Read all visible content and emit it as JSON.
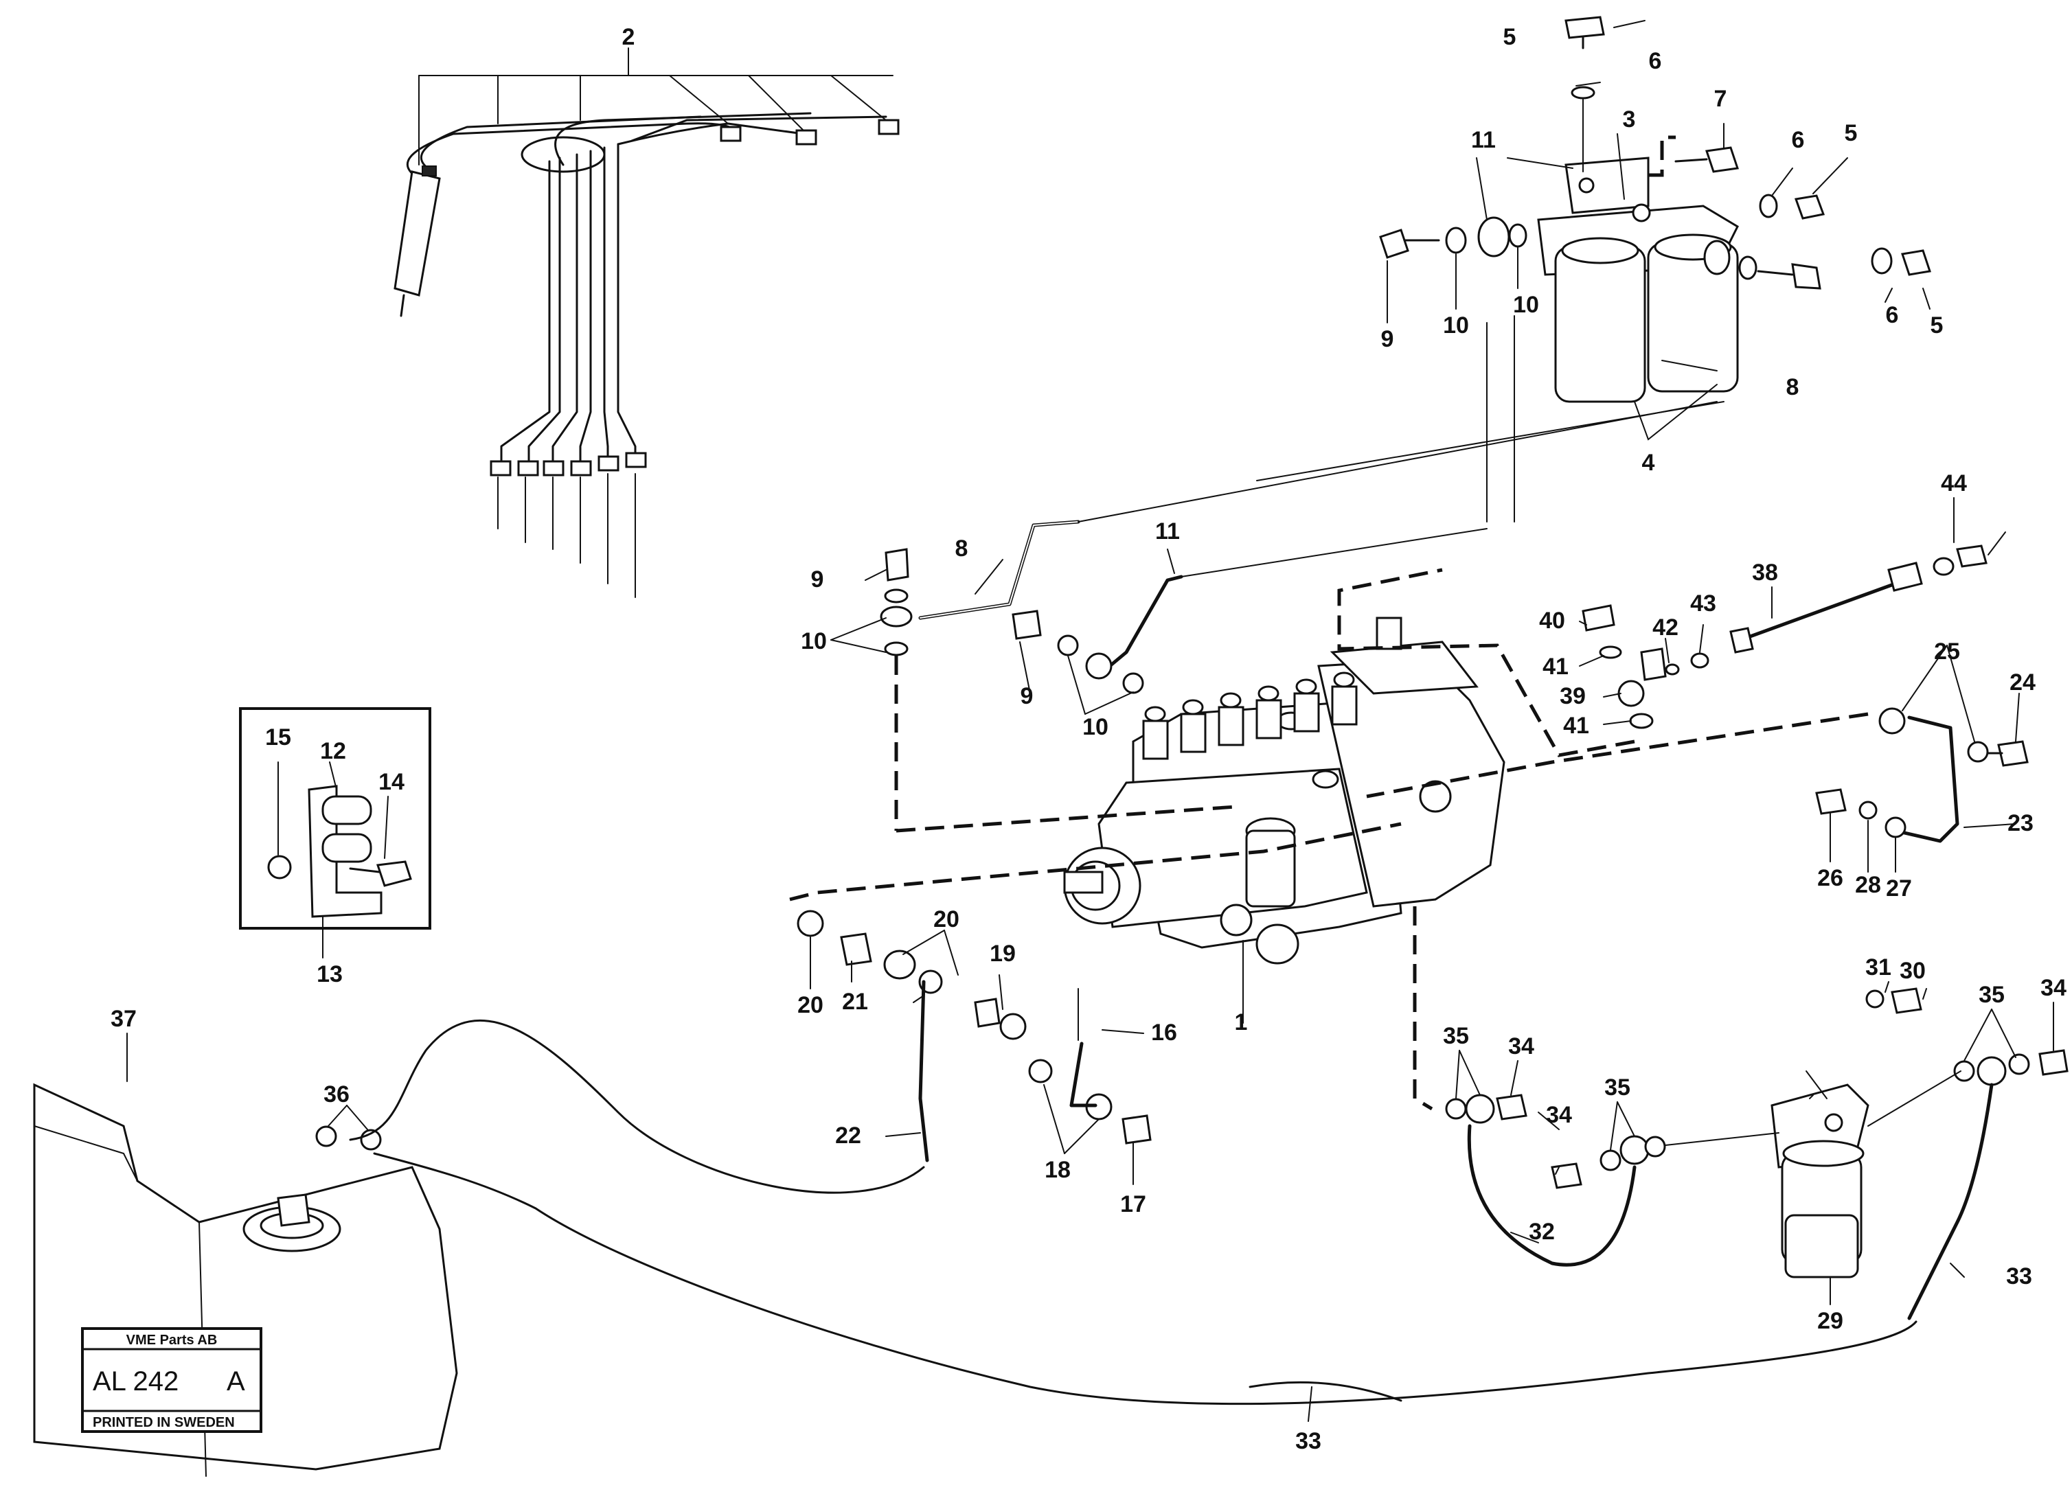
{
  "callouts": {
    "c1": "1",
    "c2": "2",
    "c3": "3",
    "c4": "4",
    "c5a": "5",
    "c5b": "5",
    "c5c": "5",
    "c6a": "6",
    "c6b": "6",
    "c6c": "6",
    "c7": "7",
    "c8a": "8",
    "c8b": "8",
    "c9a": "9",
    "c9b": "9",
    "c9c": "9",
    "c10a": "10",
    "c10b": "10",
    "c10c": "10",
    "c10d": "10",
    "c11a": "11",
    "c11b": "11",
    "c12": "12",
    "c13": "13",
    "c14": "14",
    "c15": "15",
    "c16": "16",
    "c17": "17",
    "c18": "18",
    "c19": "19",
    "c20a": "20",
    "c20b": "20",
    "c21": "21",
    "c22": "22",
    "c23": "23",
    "c24": "24",
    "c25": "25",
    "c26": "26",
    "c27": "27",
    "c28": "28",
    "c29": "29",
    "c30": "30",
    "c31": "31",
    "c32": "32",
    "c33a": "33",
    "c33b": "33",
    "c34a": "34",
    "c34b": "34",
    "c34c": "34",
    "c35a": "35",
    "c35b": "35",
    "c35c": "35",
    "c36": "36",
    "c37": "37",
    "c38": "38",
    "c39": "39",
    "c40": "40",
    "c41a": "41",
    "c41b": "41",
    "c42": "42",
    "c43": "43",
    "c44": "44"
  },
  "label_box": {
    "company": "VME Parts AB",
    "code": "AL 242",
    "revision": "A",
    "printed": "PRINTED IN SWEDEN"
  }
}
